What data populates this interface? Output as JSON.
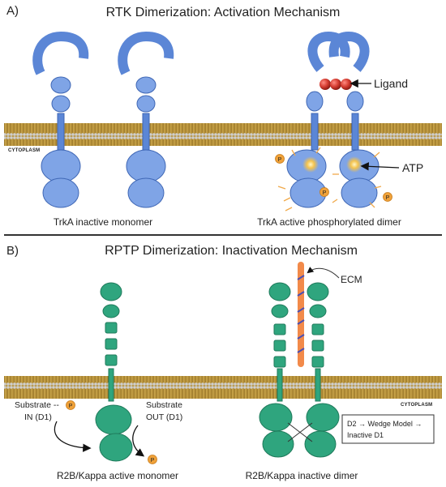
{
  "panel_a": {
    "letter": "A)",
    "title": "RTK Dimerization: Activation Mechanism",
    "membrane_side_label": "CYTOPLASM",
    "ligand_label": "Ligand",
    "atp_label": "ATP",
    "phospho_mark": "P",
    "left_caption": "TrkA inactive monomer",
    "right_caption": "TrkA active phosphorylated dimer",
    "protein_color": "#5b86d6",
    "ligand_color": "#d23a2f",
    "atp_glow_color": "#f4c34e"
  },
  "panel_b": {
    "letter": "B)",
    "title": "RPTP Dimerization: Inactivation Mechanism",
    "ecm_label": "ECM",
    "membrane_side_label": "CYTOPLASM",
    "substrate_in_label": "Substrate --\nIN (D1)",
    "substrate_out_label": "Substrate\nOUT (D1)",
    "phospho_mark": "P",
    "wedge_box_label": "D2 → Wedge Model →\nInactive D1",
    "left_caption": "R2B/Kappa active monomer",
    "right_caption": "R2B/Kappa inactive dimer",
    "protein_color": "#2fa57e",
    "ecm_color": "#f28a4a",
    "ecm_stripe_color": "#4a4fb5"
  },
  "membrane_color": "#b6913a",
  "divider_color": "#333333"
}
